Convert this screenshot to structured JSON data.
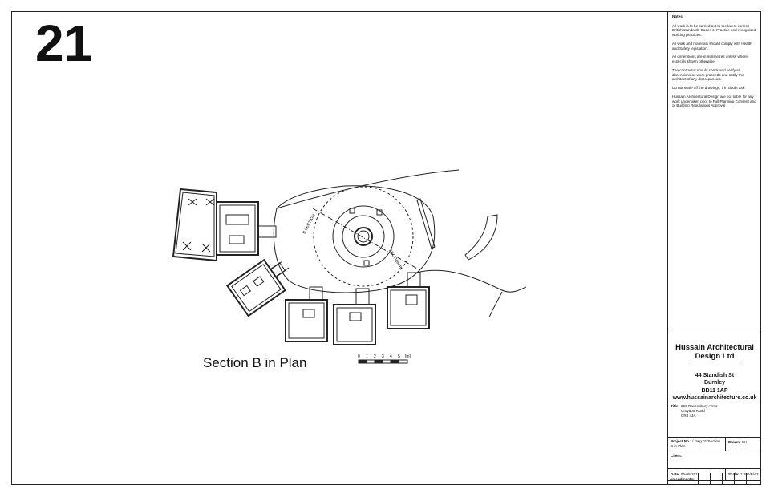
{
  "sheet": {
    "number": "21"
  },
  "drawing": {
    "caption": "Section B in Plan",
    "section_label_left": "B SECTION",
    "section_label_right": "SECTION B",
    "scale_bar_ticks": [
      "0",
      "1",
      "2",
      "3",
      "4",
      "5",
      "[m]"
    ]
  },
  "title_block": {
    "notes_header": "Notes:",
    "notes": [
      "All work is to be carried out to the latest current British standards Codes of Practice and recognised working practices.",
      "All work and materials should comply with Health and Safety legislation.",
      "All dimensions are in millimetres unless where explicitly shown otherwise.",
      "The contractor should check and verify all dimensions as work proceeds and notify the architect of any discrepancies.",
      "Do not scale off the drawings, if in doubt ask.",
      "Hussain Architectural Design are not liable for any work undertaken prior to Full Planning Consent and or Building Regulations Approval"
    ],
    "company_line1": "Hussain Architectural",
    "company_line2": "Design Ltd",
    "address_line1": "44 Standish St",
    "address_line2": "Burnley",
    "address_line3": "BB11 1AP",
    "website": "www.hussainarchitecture.co.uk",
    "title_label": "Title:",
    "title_line1": "260 Ravensbury Arms",
    "title_line2": "Croydon Road",
    "title_line3": "CR4 4JA",
    "project_label": "Project No.:",
    "project_value": "/ Dwg 01/Section B in Plan",
    "drawn_label": "Drawn:",
    "drawn_value": "SH",
    "client_label": "Client:",
    "date_label": "Date:",
    "date_value": "06-08-2019",
    "scale_label": "Scale:",
    "scale_value": "1:200/B/A3",
    "amendments_label": "Amendments:"
  }
}
